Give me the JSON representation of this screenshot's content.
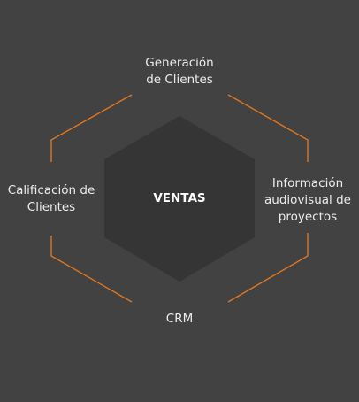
{
  "diagram": {
    "center_label": "VENTAS",
    "nodes": {
      "top": "Generación\nde Clientes",
      "left": "Calificación de\nClientes",
      "right": "Información\naudiovisual de\nproyectos",
      "bottom": "CRM"
    },
    "colors": {
      "background": "#424242",
      "hexagon_fill": "#353535",
      "connector_stroke": "#e0761f",
      "text": "#ececec"
    }
  }
}
